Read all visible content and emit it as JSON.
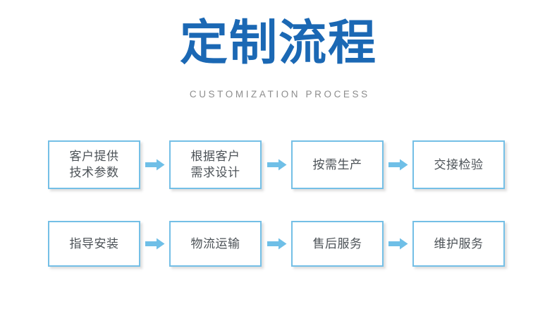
{
  "header": {
    "title": "定制流程",
    "subtitle": "CUSTOMIZATION PROCESS",
    "title_color": "#1b68b4",
    "subtitle_color": "#8d8d8d"
  },
  "theme": {
    "background": "#ffffff",
    "box_border": "#74bfe6",
    "box_fill": "#ffffff",
    "box_text": "#4c5257",
    "arrow_color": "#6fbfe7",
    "shadow": "rgba(150,150,150,0.30)"
  },
  "flow": {
    "rows": [
      {
        "row_name": "row-1",
        "steps": [
          {
            "lines": [
              "客户提供",
              "技术参数"
            ]
          },
          {
            "lines": [
              "根据客户",
              "需求设计"
            ]
          },
          {
            "lines": [
              "按需生产"
            ]
          },
          {
            "lines": [
              "交接检验"
            ]
          }
        ],
        "arrows": [
          "arrow-right-icon",
          "arrow-right-icon",
          "arrow-right-icon"
        ]
      },
      {
        "row_name": "row-2",
        "steps": [
          {
            "lines": [
              "指导安装"
            ]
          },
          {
            "lines": [
              "物流运输"
            ]
          },
          {
            "lines": [
              "售后服务"
            ]
          },
          {
            "lines": [
              "维护服务"
            ]
          }
        ],
        "arrows": [
          "arrow-right-icon",
          "arrow-right-icon",
          "arrow-right-icon"
        ]
      }
    ]
  }
}
